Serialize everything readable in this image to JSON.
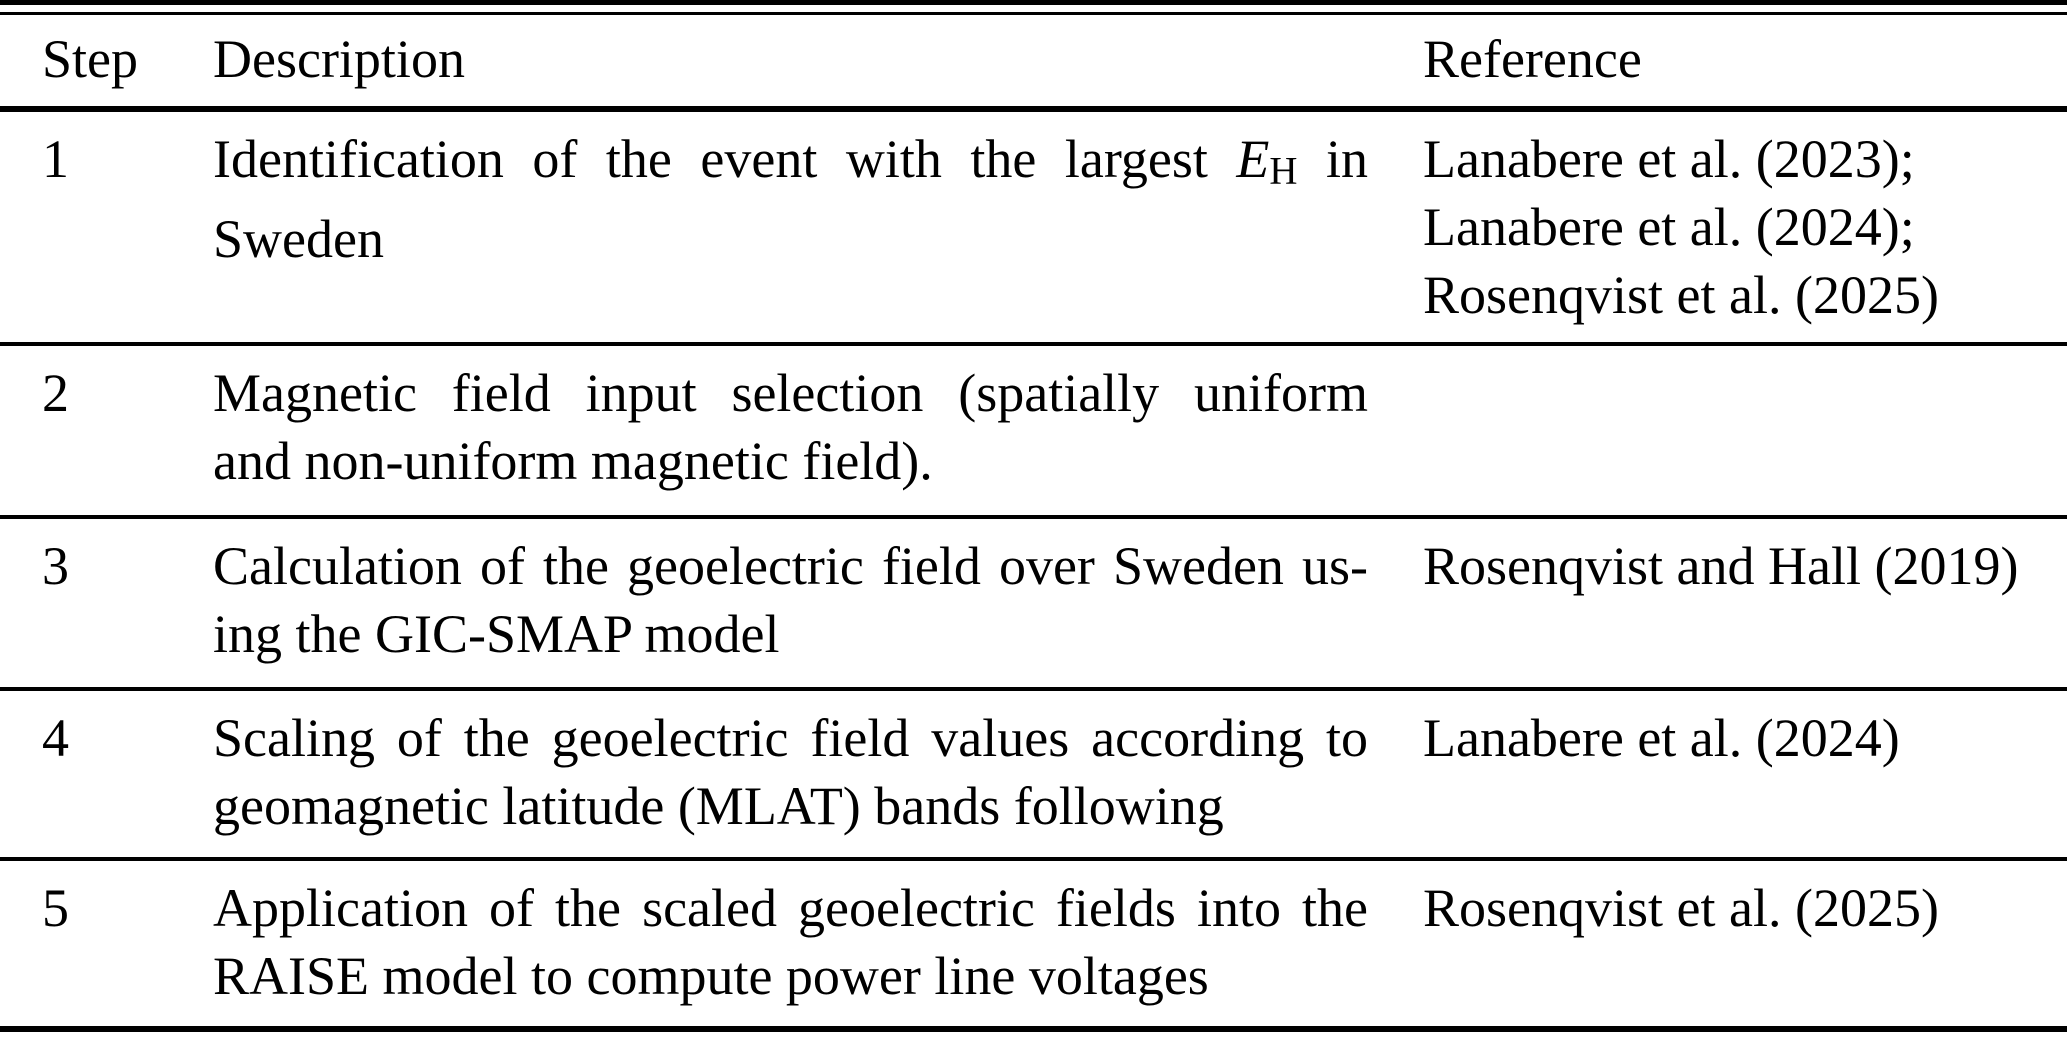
{
  "page": {
    "background": "#ffffff",
    "text_color": "#000000",
    "rule_color": "#000000"
  },
  "table": {
    "headers": [
      {
        "key": "step",
        "label": "Step"
      },
      {
        "key": "description",
        "label": "Description"
      },
      {
        "key": "reference",
        "label": "Reference"
      }
    ],
    "rows": [
      {
        "step": "1",
        "description_lines": [
          {
            "justify": true,
            "segments": [
              {
                "text": "Identification of the event with the largest "
              },
              {
                "text": "E",
                "style": "italic"
              },
              {
                "text": "H",
                "style": "subscript"
              },
              {
                "text": " in"
              }
            ]
          },
          {
            "justify": false,
            "segments": [
              {
                "text": "Sweden"
              }
            ]
          }
        ],
        "reference_lines": [
          "Lanabere et al. (2023);",
          "Lanabere et al. (2024);",
          "Rosenqvist et al. (2025)"
        ]
      },
      {
        "step": "2",
        "description_lines": [
          {
            "justify": true,
            "segments": [
              {
                "text": "Magnetic field input selection (spatially uniform"
              }
            ]
          },
          {
            "justify": false,
            "segments": [
              {
                "text": "and non-uniform magnetic field)."
              }
            ]
          }
        ],
        "reference_lines": []
      },
      {
        "step": "3",
        "description_lines": [
          {
            "justify": true,
            "segments": [
              {
                "text": "Calculation of the geoelectric field over Sweden us-"
              }
            ]
          },
          {
            "justify": false,
            "segments": [
              {
                "text": "ing the GIC-SMAP model"
              }
            ]
          }
        ],
        "reference_lines": [
          "Rosenqvist and Hall (2019)"
        ]
      },
      {
        "step": "4",
        "description_lines": [
          {
            "justify": true,
            "segments": [
              {
                "text": "Scaling of the geoelectric field values according to"
              }
            ]
          },
          {
            "justify": false,
            "segments": [
              {
                "text": "geomagnetic latitude (MLAT) bands following"
              }
            ]
          }
        ],
        "reference_lines": [
          "Lanabere et al. (2024)"
        ]
      },
      {
        "step": "5",
        "description_lines": [
          {
            "justify": true,
            "segments": [
              {
                "text": "Application of the scaled geoelectric fields into the"
              }
            ]
          },
          {
            "justify": false,
            "segments": [
              {
                "text": "RAISE model to compute power line voltages"
              }
            ]
          }
        ],
        "reference_lines": [
          "Rosenqvist et al. (2025)"
        ]
      }
    ]
  },
  "chart_data": {
    "type": "table",
    "columns": [
      "Step",
      "Description",
      "Reference"
    ],
    "rows": [
      [
        "1",
        "Identification of the event with the largest E_H in Sweden",
        "Lanabere et al. (2023); Lanabere et al. (2024); Rosenqvist et al. (2025)"
      ],
      [
        "2",
        "Magnetic field input selection (spatially uniform and non-uniform magnetic field).",
        ""
      ],
      [
        "3",
        "Calculation of the geoelectric field over Sweden using the GIC-SMAP model",
        "Rosenqvist and Hall (2019)"
      ],
      [
        "4",
        "Scaling of the geoelectric field values according to geomagnetic latitude (MLAT) bands following",
        "Lanabere et al. (2024)"
      ],
      [
        "5",
        "Application of the scaled geoelectric fields into the RAISE model to compute power line voltages",
        "Rosenqvist et al. (2025)"
      ]
    ]
  }
}
